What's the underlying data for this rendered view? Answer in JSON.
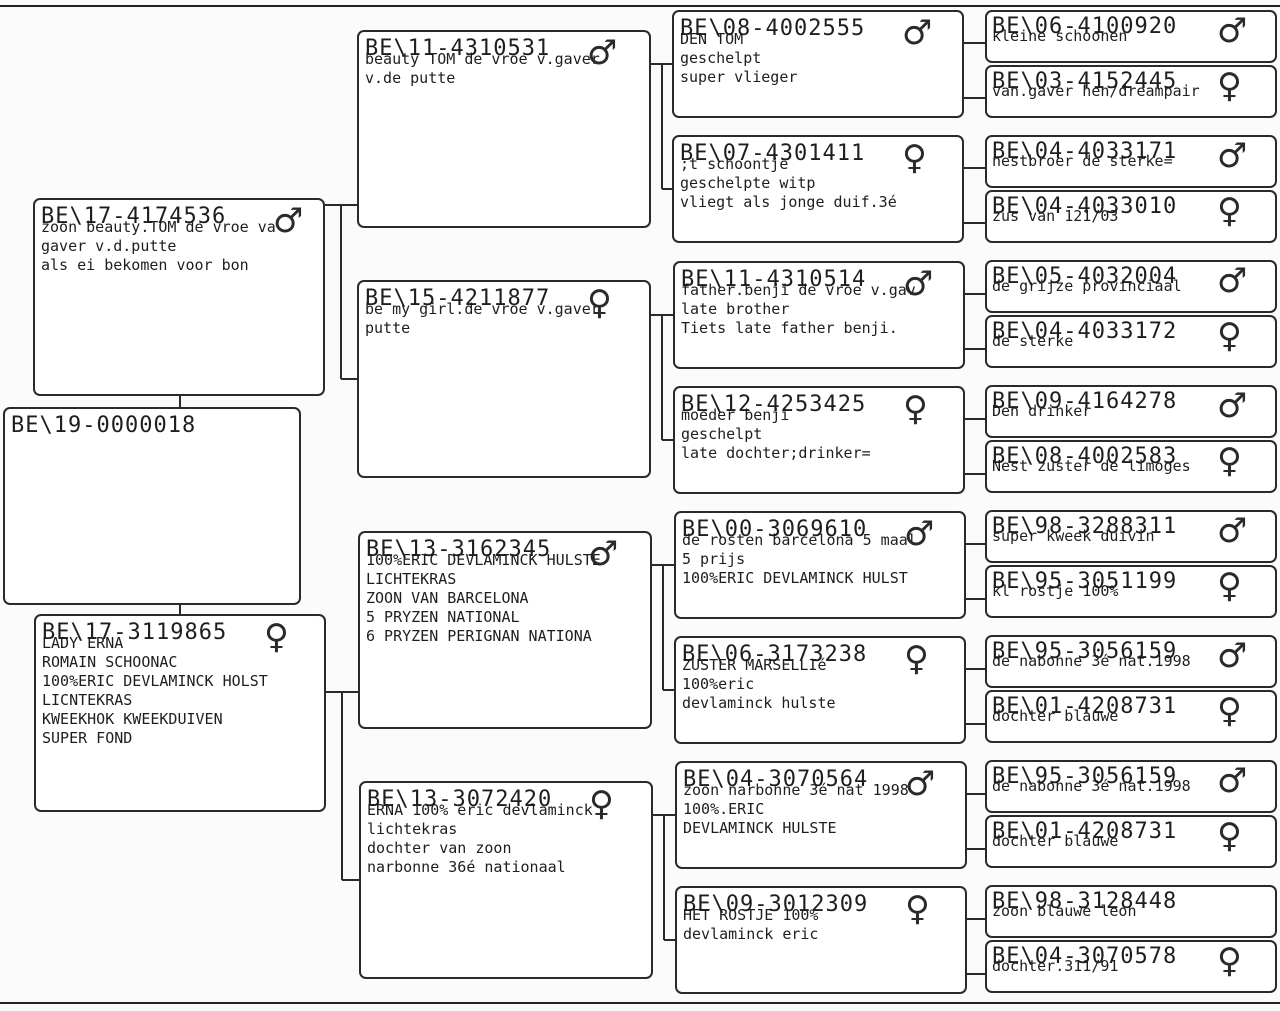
{
  "symbols": {
    "male": "♂",
    "female": "♀",
    "male_icon": "male-symbol-icon",
    "female_icon": "female-symbol-icon"
  },
  "subject": {
    "ring": "BE\\19-0000018"
  },
  "gen1": [
    {
      "ring": "BE\\17-4174536",
      "sex": "male",
      "lines": [
        "zoon beauty.TOM de vroe va",
        "gaver v.d.putte",
        "als ei bekomen voor bon"
      ]
    },
    {
      "ring": "BE\\17-3119865",
      "sex": "female",
      "lines": [
        "LADY ERNA",
        "ROMAIN SCHOONAC",
        "100%ERIC DEVLAMINCK HOLST",
        "LICNTEKRAS",
        "KWEEKHOK KWEEKDUIVEN",
        "SUPER FOND"
      ]
    }
  ],
  "gen2": [
    {
      "ring": "BE\\11-4310531",
      "sex": "male",
      "lines": [
        "beauty TOM de vroe v.gaver",
        "v.de putte"
      ]
    },
    {
      "ring": "BE\\15-4211877",
      "sex": "female",
      "lines": [
        "be my girl.de vroe v.gaver",
        "putte"
      ]
    },
    {
      "ring": "BE\\13-3162345",
      "sex": "male",
      "lines": [
        "100%ERIC DEVLAMINCK HULSTE",
        "LICHTEKRAS",
        "ZOON VAN BARCELONA",
        "5 PRYZEN NATIONAL",
        "6 PRYZEN PERIGNAN NATIONA"
      ]
    },
    {
      "ring": "BE\\13-3072420",
      "sex": "female",
      "lines": [
        "ERNA 100% eric devlaminck",
        "lichtekras",
        "dochter van zoon",
        "narbonne 36é nationaal"
      ]
    }
  ],
  "gen3": [
    {
      "ring": "BE\\08-4002555",
      "sex": "male",
      "lines": [
        "DEN TOM",
        "geschelpt",
        "super vlieger"
      ]
    },
    {
      "ring": "BE\\07-4301411",
      "sex": "female",
      "lines": [
        ";t schoontje",
        "geschelpte witp",
        "vliegt als jonge duif.3é"
      ]
    },
    {
      "ring": "BE\\11-4310514",
      "sex": "male",
      "lines": [
        "father.benji de vroe v.gav",
        "late brother",
        "Tiets late father benji."
      ]
    },
    {
      "ring": "BE\\12-4253425",
      "sex": "female",
      "lines": [
        "moeder benji",
        "geschelpt",
        "late dochter;drinker="
      ]
    },
    {
      "ring": "BE\\00-3069610",
      "sex": "male",
      "lines": [
        "de rosten barcelona 5 maal",
        "5 prijs",
        "100%ERIC DEVLAMINCK HULST"
      ]
    },
    {
      "ring": "BE\\06-3173238",
      "sex": "female",
      "lines": [
        "ZUSTER MARSELLIé",
        "100%eric",
        "devlaminck hulste"
      ]
    },
    {
      "ring": "BE\\04-3070564",
      "sex": "male",
      "lines": [
        "zoon narbonne 3é nat 1998",
        "100%.ERIC",
        "DEVLAMINCK HULSTE"
      ]
    },
    {
      "ring": "BE\\09-3012309",
      "sex": "female",
      "lines": [
        "HET ROSTJE 100%",
        "devlaminck eric"
      ]
    }
  ],
  "gen4": [
    {
      "ring": "BE\\06-4100920",
      "sex": "male",
      "lines": [
        "kleine schoonen"
      ]
    },
    {
      "ring": "BE\\03-4152445",
      "sex": "female",
      "lines": [
        "van.gaver hen/dreampair"
      ]
    },
    {
      "ring": "BE\\04-4033171",
      "sex": "male",
      "lines": [
        "nestbroer de sterke="
      ]
    },
    {
      "ring": "BE\\04-4033010",
      "sex": "female",
      "lines": [
        "zus van 121/03"
      ]
    },
    {
      "ring": "BE\\05-4032004",
      "sex": "male",
      "lines": [
        "de grijze provinciaal"
      ]
    },
    {
      "ring": "BE\\04-4033172",
      "sex": "female",
      "lines": [
        "de sterke"
      ]
    },
    {
      "ring": "BE\\09-4164278",
      "sex": "male",
      "lines": [
        "Den drinker"
      ]
    },
    {
      "ring": "BE\\08-4002583",
      "sex": "female",
      "lines": [
        "Nest zuster de limoges"
      ]
    },
    {
      "ring": "BE\\98-3288311",
      "sex": "male",
      "lines": [
        "super kweek duivin"
      ]
    },
    {
      "ring": "BE\\95-3051199",
      "sex": "female",
      "lines": [
        "kl rostje 100%"
      ]
    },
    {
      "ring": "BE\\95-3056159",
      "sex": "male",
      "lines": [
        "de nabonne 3é nat.1998"
      ]
    },
    {
      "ring": "BE\\01-4208731",
      "sex": "female",
      "lines": [
        "dochter blauwe"
      ]
    },
    {
      "ring": "BE\\95-3056159",
      "sex": "male",
      "lines": [
        "de nabonne 3é nat.1998"
      ]
    },
    {
      "ring": "BE\\01-4208731",
      "sex": "female",
      "lines": [
        "dochter blauwe"
      ]
    },
    {
      "ring": "BE\\98-3128448",
      "sex": "",
      "lines": [
        "zoon blauwe leon"
      ]
    },
    {
      "ring": "BE\\04-3070578",
      "sex": "female",
      "lines": [
        "dochter.311/91"
      ]
    }
  ]
}
